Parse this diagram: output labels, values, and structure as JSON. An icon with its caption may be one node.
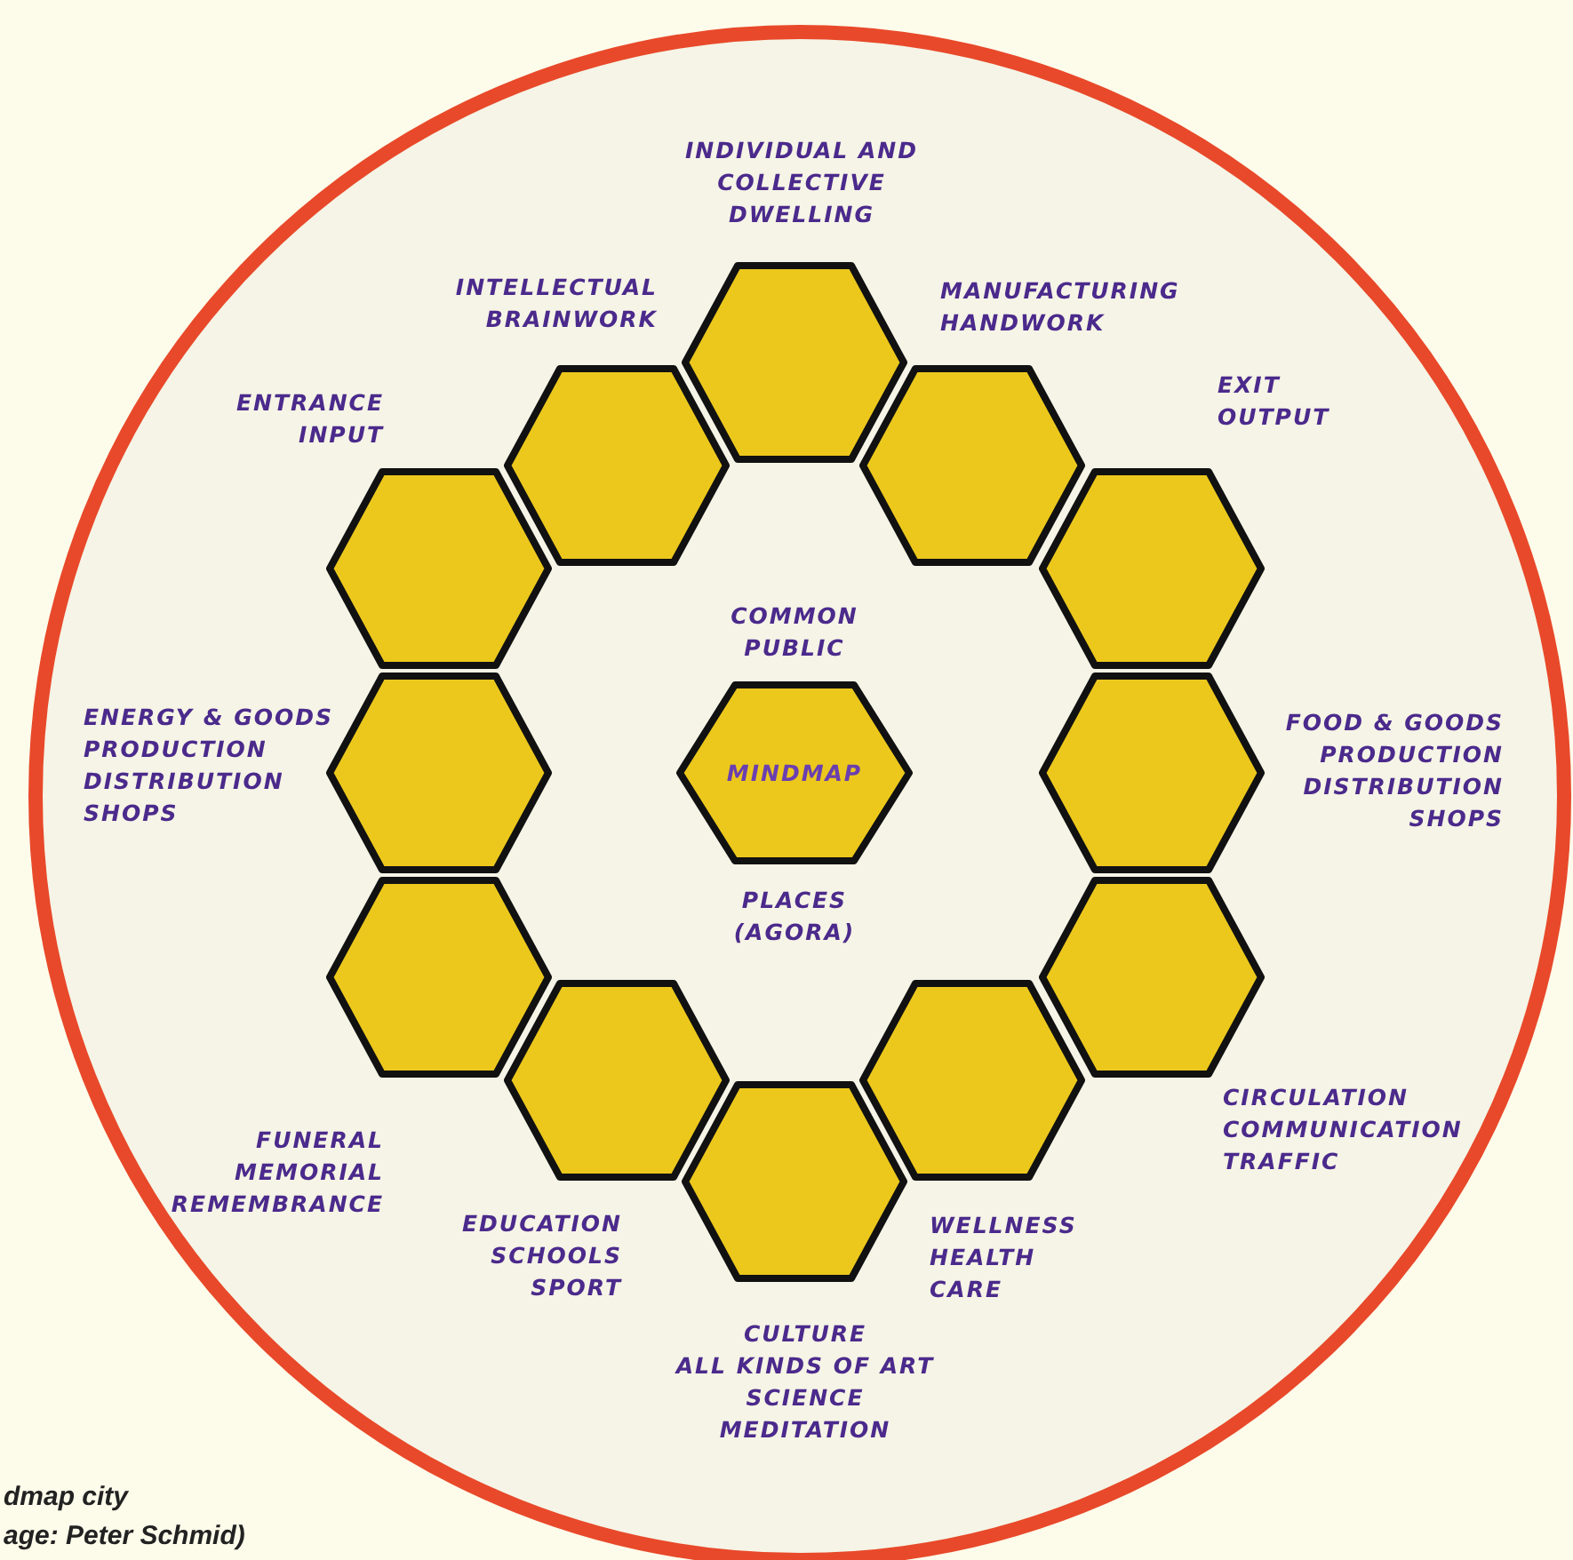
{
  "diagram": {
    "nodes": [
      {
        "text": [],
        "shape": "hexagon",
        "beside": [
          "INDIVIDUAL AND COLLECTIVE DWELLING"
        ]
      },
      {
        "text": [],
        "shape": "hexagon",
        "beside": [
          "INTELLECTUAL BRAINWORK"
        ]
      },
      {
        "text": [],
        "shape": "hexagon",
        "beside": [
          "MANUFACTURING HANDWORK"
        ]
      },
      {
        "text": [],
        "shape": "hexagon",
        "beside": [
          "ENTRANCE INPUT"
        ]
      },
      {
        "text": [],
        "shape": "hexagon",
        "beside": [
          "EXIT OUTPUT"
        ]
      },
      {
        "text": [],
        "shape": "hexagon",
        "beside": [
          "ENERGY & GOODS PRODUCTION DISTRIBUTION SHOPS"
        ]
      },
      {
        "text": [
          "MINDMAP"
        ],
        "beside": [
          "COMMON PUBLIC",
          "PLACES (AGORA)"
        ]
      },
      {
        "text": [],
        "shape": "hexagon",
        "beside": [
          "FOOD & GOODS PRODUCTION DISTRIBUTION SHOPS"
        ]
      },
      {
        "text": [],
        "shape": "hexagon",
        "beside": [
          "FUNERAL MEMORIAL REMEMBRANCE"
        ]
      },
      {
        "text": [],
        "shape": "hexagon",
        "beside": [
          "CIRCULATION COMMUNICATION TRAFFIC"
        ]
      },
      {
        "text": [],
        "shape": "hexagon",
        "beside": [
          "EDUCATION SCHOOLS SPORT"
        ]
      },
      {
        "text": [],
        "shape": "hexagon",
        "beside": [
          "WELLNESS HEALTH CARE"
        ]
      },
      {
        "text": [],
        "shape": "hexagon",
        "beside": [
          "CULTURE ALL KINDS OF ART SCIENCE MEDITATION"
        ]
      }
    ],
    "edges": [],
    "labels": [
      "dmap city",
      "age: Peter Schmid)"
    ]
  }
}
